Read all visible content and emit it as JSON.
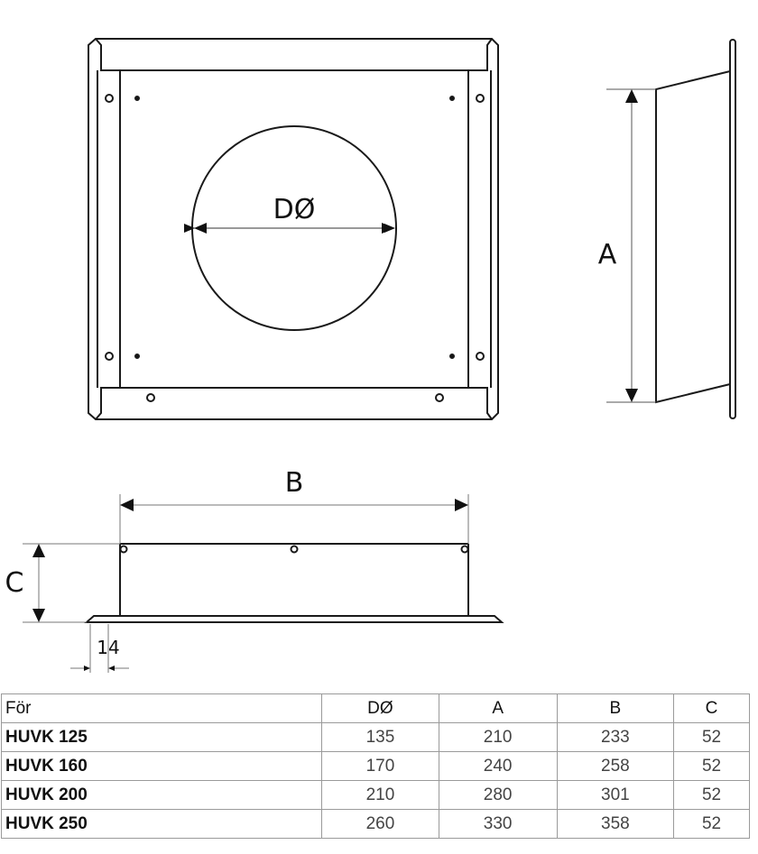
{
  "drawing": {
    "front_view": {
      "diameter_label": "DØ"
    },
    "side_view": {
      "height_label": "A"
    },
    "bottom_view": {
      "width_label": "B",
      "depth_label": "C",
      "flange_label": "14"
    }
  },
  "table": {
    "headers": [
      "För",
      "DØ",
      "A",
      "B",
      "C"
    ],
    "rows": [
      [
        "HUVK 125",
        "135",
        "210",
        "233",
        "52"
      ],
      [
        "HUVK 160",
        "170",
        "240",
        "258",
        "52"
      ],
      [
        "HUVK 200",
        "210",
        "280",
        "301",
        "52"
      ],
      [
        "HUVK 250",
        "260",
        "330",
        "358",
        "52"
      ]
    ]
  }
}
